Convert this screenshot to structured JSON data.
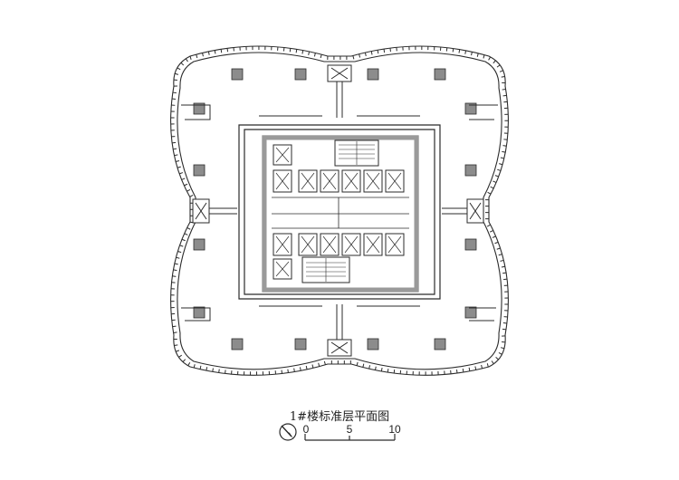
{
  "drawing": {
    "title": "1#楼标准层平面图"
  },
  "scale_bar": {
    "labels": [
      "0",
      "5",
      "10"
    ]
  },
  "colors": {
    "line": "#2b2b2b",
    "column_fill": "#8c8c8c",
    "core_wall": "#bdbdbd",
    "background": "#ffffff"
  },
  "icons": {
    "north": "north-arrow-icon"
  }
}
